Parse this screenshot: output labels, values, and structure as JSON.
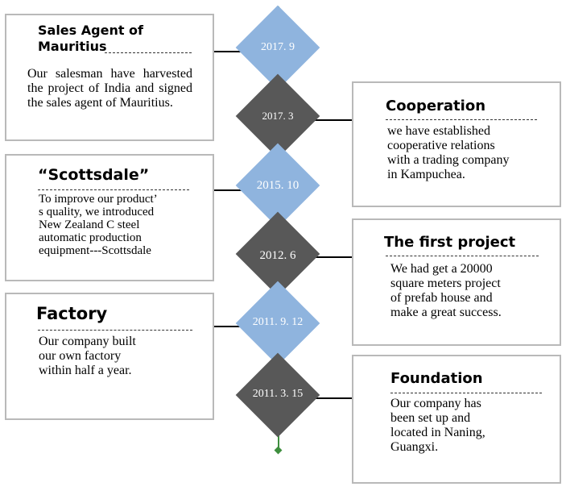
{
  "events": [
    {
      "date": "2017. 9",
      "title_line1": "Sales Agent of",
      "title_line2": "Mauritius",
      "body": "Our salesman have harvested the project of India and signed the sales agent of Mauritius."
    },
    {
      "date": "2017. 3",
      "title_line1": "Cooperation",
      "body_lines": [
        "we have established",
        "cooperative relations",
        "with a trading company",
        "in Kampuchea."
      ]
    },
    {
      "date": "2015. 10",
      "title_line1": "“Scottsdale”",
      "body_lines": [
        "To improve our product’",
        "s quality, we introduced",
        "New Zealand C steel",
        "automatic production",
        "equipment---Scottsdale"
      ]
    },
    {
      "date": "2012. 6",
      "title_line1": "The first project",
      "body_lines": [
        "We had get a 20000",
        "square meters project",
        "of prefab house and",
        "make a great success."
      ]
    },
    {
      "date": "2011. 9. 12",
      "title_line1": "Factory",
      "body_lines": [
        "Our company built",
        "our own factory",
        "within half a year."
      ]
    },
    {
      "date": "2011. 3. 15",
      "title_line1": "Foundation",
      "body_lines": [
        "Our company has",
        "been set up and",
        "located in Naning,",
        "Guangxi."
      ]
    }
  ],
  "colors": {
    "diamond_blue": "#8fb4de",
    "diamond_dark": "#585858",
    "spine": "#3e8e3e",
    "box_border": "#b9b9b9"
  }
}
